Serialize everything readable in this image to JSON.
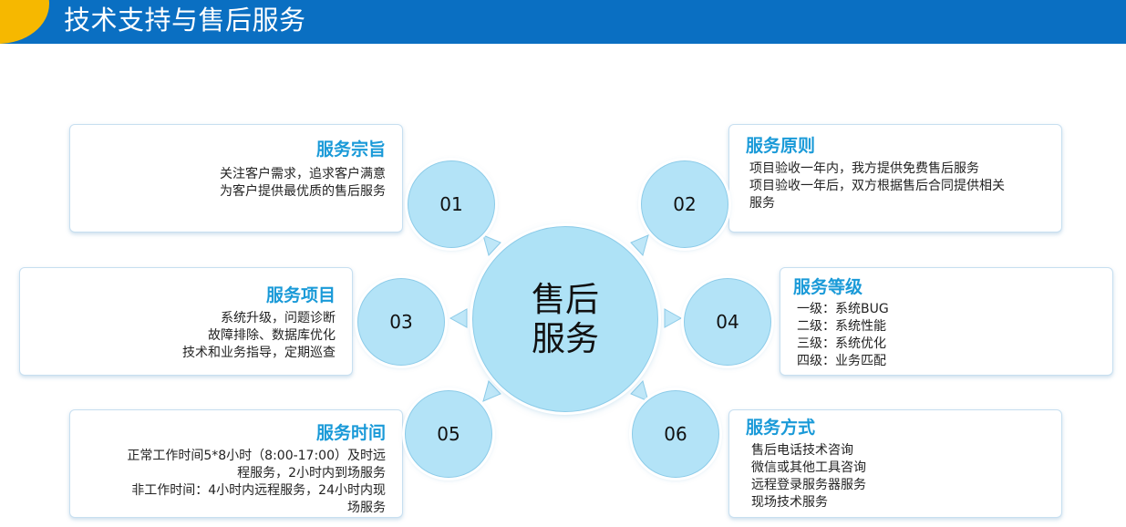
{
  "header": {
    "title": "技术支持与售后服务"
  },
  "center": {
    "line1": "售后",
    "line2": "服务"
  },
  "items": [
    {
      "num": "01",
      "title": "服务宗旨",
      "lines": [
        "关注客户需求，追求客户满意",
        "为客户提供最优质的售后服务"
      ]
    },
    {
      "num": "02",
      "title": "服务原则",
      "lines": [
        "项目验收一年内，我方提供免费售后服务",
        "项目验收一年后，双方根据售后合同提供相关",
        "服务"
      ]
    },
    {
      "num": "03",
      "title": "服务项目",
      "lines": [
        "系统升级，问题诊断",
        "故障排除、数据库优化",
        "技术和业务指导，定期巡查"
      ]
    },
    {
      "num": "04",
      "title": "服务等级",
      "lines": [
        "一级：系统BUG",
        "二级：系统性能",
        "三级：系统优化",
        "四级：业务匹配"
      ]
    },
    {
      "num": "05",
      "title": "服务时间",
      "lines": [
        "正常工作时间5*8小时（8:00-17:00）及时远",
        "程服务，2小时内到场服务",
        "非工作时间：4小时内远程服务，24小时内现",
        "场服务"
      ]
    },
    {
      "num": "06",
      "title": "服务方式",
      "lines": [
        "售后电话技术咨询",
        "微信或其他工具咨询",
        "远程登录服务器服务",
        "现场技术服务"
      ]
    }
  ],
  "colors": {
    "header": "#0a6fc2",
    "accent": "#f6b800",
    "circle": "#b3e3f7",
    "heading": "#1a9ad8"
  }
}
